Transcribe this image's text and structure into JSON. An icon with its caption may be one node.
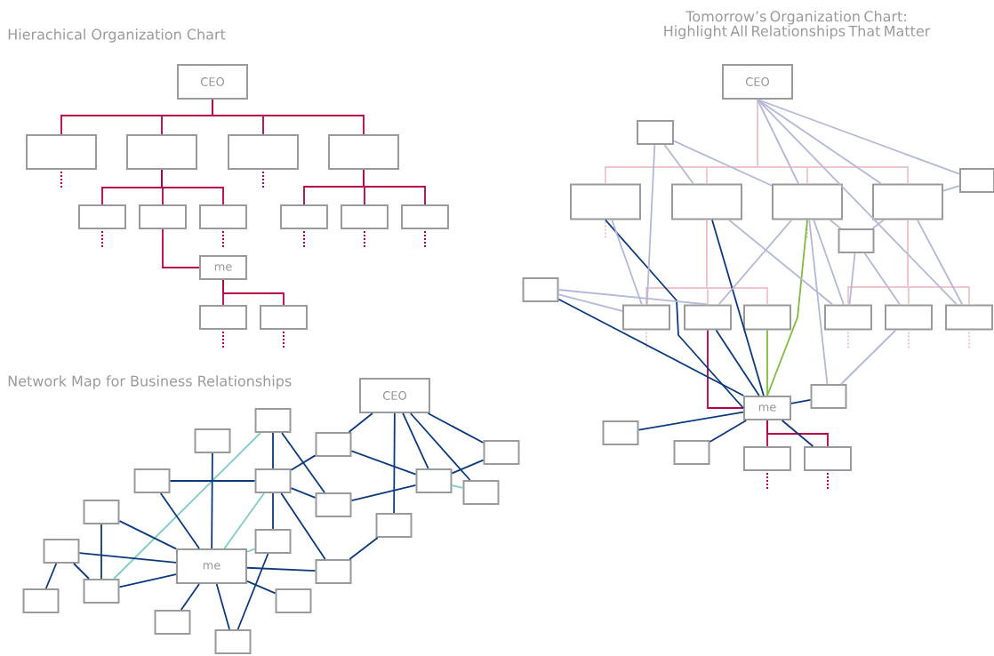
{
  "diagram": {
    "nodes": [
      {
        "text": [
          "CEO"
        ]
      },
      {
        "text": [],
        "shape": "box"
      },
      {
        "text": [],
        "shape": "box"
      },
      {
        "text": [],
        "shape": "box"
      },
      {
        "text": [],
        "shape": "box"
      },
      {
        "text": [],
        "shape": "box"
      },
      {
        "text": [],
        "shape": "box"
      },
      {
        "text": [],
        "shape": "box"
      },
      {
        "text": [],
        "shape": "box"
      },
      {
        "text": [],
        "shape": "box"
      },
      {
        "text": [],
        "shape": "box"
      },
      {
        "text": [
          "me"
        ]
      },
      {
        "text": [],
        "shape": "box"
      },
      {
        "text": [],
        "shape": "box"
      },
      {
        "text": [
          "CEO"
        ]
      },
      {
        "text": [],
        "shape": "box"
      },
      {
        "text": [],
        "shape": "box"
      },
      {
        "text": [],
        "shape": "box"
      },
      {
        "text": [],
        "shape": "box"
      },
      {
        "text": [],
        "shape": "box"
      },
      {
        "text": [],
        "shape": "box"
      },
      {
        "text": [],
        "shape": "box"
      },
      {
        "text": [],
        "shape": "box"
      },
      {
        "text": [],
        "shape": "box"
      },
      {
        "text": [],
        "shape": "box"
      },
      {
        "text": [],
        "shape": "box"
      },
      {
        "text": [],
        "shape": "box"
      },
      {
        "text": [],
        "shape": "box"
      },
      {
        "text": [],
        "shape": "box"
      },
      {
        "text": [],
        "shape": "box"
      },
      {
        "text": [
          "me"
        ]
      },
      {
        "text": [],
        "shape": "box"
      },
      {
        "text": [],
        "shape": "box"
      },
      {
        "text": [],
        "shape": "box"
      },
      {
        "text": [],
        "shape": "box"
      },
      {
        "text": [
          "CEO"
        ]
      },
      {
        "text": [],
        "shape": "box"
      },
      {
        "text": [],
        "shape": "box"
      },
      {
        "text": [],
        "shape": "box"
      },
      {
        "text": [],
        "shape": "box"
      },
      {
        "text": [],
        "shape": "box"
      },
      {
        "text": [],
        "shape": "box"
      },
      {
        "text": [],
        "shape": "box"
      },
      {
        "text": [],
        "shape": "box"
      },
      {
        "text": [],
        "shape": "box"
      },
      {
        "text": [],
        "shape": "box"
      },
      {
        "text": [],
        "shape": "box"
      },
      {
        "text": [],
        "shape": "box"
      },
      {
        "text": [],
        "shape": "box"
      },
      {
        "text": [
          "me"
        ]
      },
      {
        "text": [],
        "shape": "box"
      },
      {
        "text": [],
        "shape": "box"
      },
      {
        "text": [],
        "shape": "box"
      },
      {
        "text": [],
        "shape": "box"
      },
      {
        "text": [],
        "shape": "box"
      },
      {
        "text": [],
        "shape": "box"
      }
    ],
    "edges": [
      {
        "from": 0,
        "to": 1,
        "arrow": "none",
        "color": "#b5004f"
      },
      {
        "from": 0,
        "to": 2,
        "arrow": "none",
        "color": "#b5004f"
      },
      {
        "from": 0,
        "to": 3,
        "arrow": "none",
        "color": "#b5004f"
      },
      {
        "from": 0,
        "to": 4,
        "arrow": "none",
        "color": "#b5004f"
      },
      {
        "from": 2,
        "to": 5,
        "arrow": "none",
        "color": "#b5004f"
      },
      {
        "from": 2,
        "to": 6,
        "arrow": "none",
        "color": "#b5004f"
      },
      {
        "from": 2,
        "to": 7,
        "arrow": "none",
        "color": "#b5004f"
      },
      {
        "from": 4,
        "to": 8,
        "arrow": "none",
        "color": "#b5004f"
      },
      {
        "from": 4,
        "to": 9,
        "arrow": "none",
        "color": "#b5004f"
      },
      {
        "from": 4,
        "to": 10,
        "arrow": "none",
        "color": "#b5004f"
      },
      {
        "from": 6,
        "to": 11,
        "arrow": "none",
        "color": "#b5004f"
      },
      {
        "from": 11,
        "to": 12,
        "arrow": "none",
        "color": "#b5004f"
      },
      {
        "from": 11,
        "to": 13,
        "arrow": "none",
        "color": "#b5004f"
      },
      {
        "from": 14,
        "to": 17,
        "arrow": "none",
        "color": "#f0c4cb"
      },
      {
        "from": 14,
        "to": 18,
        "arrow": "none",
        "color": "#f0c4cb"
      },
      {
        "from": 14,
        "to": 19,
        "arrow": "none",
        "color": "#f0c4cb"
      },
      {
        "from": 14,
        "to": 20,
        "arrow": "none",
        "color": "#f0c4cb"
      },
      {
        "from": 18,
        "to": 23,
        "arrow": "none",
        "color": "#f0c4cb"
      },
      {
        "from": 18,
        "to": 24,
        "arrow": "none",
        "color": "#f0c4cb"
      },
      {
        "from": 18,
        "to": 25,
        "arrow": "none",
        "color": "#f0c4cb"
      },
      {
        "from": 20,
        "to": 26,
        "arrow": "none",
        "color": "#f0c4cb"
      },
      {
        "from": 20,
        "to": 27,
        "arrow": "none",
        "color": "#f0c4cb"
      },
      {
        "from": 20,
        "to": 28,
        "arrow": "none",
        "color": "#f0c4cb"
      },
      {
        "from": 24,
        "to": 30,
        "arrow": "none",
        "color": "#b5004f"
      },
      {
        "from": 30,
        "to": 33,
        "arrow": "none",
        "color": "#b5004f"
      },
      {
        "from": 30,
        "to": 34,
        "arrow": "none",
        "color": "#b5004f"
      },
      {
        "from": 19,
        "to": 30,
        "arrow": "none",
        "color": "#7dbd3a"
      },
      {
        "from": 25,
        "to": 30,
        "arrow": "none",
        "color": "#7dbd3a"
      },
      {
        "from": 17,
        "to": 30,
        "arrow": "none"
      },
      {
        "from": 18,
        "to": 30,
        "arrow": "none"
      },
      {
        "from": 24,
        "to": 30,
        "arrow": "none"
      },
      {
        "from": 22,
        "to": 30,
        "arrow": "none"
      },
      {
        "from": 30,
        "to": 29,
        "arrow": "none"
      },
      {
        "from": 30,
        "to": 34,
        "arrow": "none"
      },
      {
        "from": 30,
        "to": 31,
        "arrow": "none"
      },
      {
        "from": 30,
        "to": 32,
        "arrow": "none"
      },
      {
        "from": 14,
        "to": 19,
        "arrow": "none",
        "color": "#b3b8d8"
      },
      {
        "from": 14,
        "to": 20,
        "arrow": "none",
        "color": "#b3b8d8"
      },
      {
        "from": 14,
        "to": 28,
        "arrow": "none",
        "color": "#b3b8d8"
      },
      {
        "from": 14,
        "to": 16,
        "arrow": "none",
        "color": "#b3b8d8"
      },
      {
        "from": 15,
        "to": 19,
        "arrow": "none",
        "color": "#b3b8d8"
      },
      {
        "from": 15,
        "to": 18,
        "arrow": "none",
        "color": "#b3b8d8"
      },
      {
        "from": 15,
        "to": 23,
        "arrow": "none",
        "color": "#b3b8d8"
      },
      {
        "from": 17,
        "to": 23,
        "arrow": "none",
        "color": "#b3b8d8"
      },
      {
        "from": 18,
        "to": 26,
        "arrow": "none",
        "color": "#b3b8d8"
      },
      {
        "from": 19,
        "to": 24,
        "arrow": "none",
        "color": "#b3b8d8"
      },
      {
        "from": 19,
        "to": 29,
        "arrow": "none",
        "color": "#b3b8d8"
      },
      {
        "from": 19,
        "to": 26,
        "arrow": "none",
        "color": "#b3b8d8"
      },
      {
        "from": 19,
        "to": 21,
        "arrow": "none",
        "color": "#b3b8d8"
      },
      {
        "from": 21,
        "to": 27,
        "arrow": "none",
        "color": "#b3b8d8"
      },
      {
        "from": 21,
        "to": 20,
        "arrow": "none",
        "color": "#b3b8d8"
      },
      {
        "from": 21,
        "to": 26,
        "arrow": "none",
        "color": "#b3b8d8"
      },
      {
        "from": 16,
        "to": 20,
        "arrow": "none",
        "color": "#b3b8d8"
      },
      {
        "from": 20,
        "to": 28,
        "arrow": "none",
        "color": "#b3b8d8"
      },
      {
        "from": 27,
        "to": 29,
        "arrow": "none",
        "color": "#b3b8d8"
      },
      {
        "from": 22,
        "to": 24,
        "arrow": "none",
        "color": "#b3b8d8"
      },
      {
        "from": 22,
        "to": 23,
        "arrow": "none",
        "color": "#b3b8d8"
      },
      {
        "from": 35,
        "to": 38,
        "arrow": "none"
      },
      {
        "from": 35,
        "to": 42,
        "arrow": "none"
      },
      {
        "from": 35,
        "to": 43,
        "arrow": "none"
      },
      {
        "from": 35,
        "to": 39,
        "arrow": "none"
      },
      {
        "from": 35,
        "to": 46,
        "arrow": "none"
      },
      {
        "from": 38,
        "to": 42,
        "arrow": "none"
      },
      {
        "from": 38,
        "to": 41,
        "arrow": "none"
      },
      {
        "from": 39,
        "to": 42,
        "arrow": "none"
      },
      {
        "from": 42,
        "to": 43,
        "arrow": "none",
        "color": "#7dcdc6"
      },
      {
        "from": 36,
        "to": 41,
        "arrow": "none"
      },
      {
        "from": 36,
        "to": 44,
        "arrow": "none"
      },
      {
        "from": 36,
        "to": 51,
        "arrow": "none",
        "color": "#7dcdc6"
      },
      {
        "from": 44,
        "to": 42,
        "arrow": "none"
      },
      {
        "from": 41,
        "to": 44,
        "arrow": "none"
      },
      {
        "from": 40,
        "to": 41,
        "arrow": "none"
      },
      {
        "from": 37,
        "to": 49,
        "arrow": "none"
      },
      {
        "from": 40,
        "to": 49,
        "arrow": "none"
      },
      {
        "from": 41,
        "to": 49,
        "arrow": "none",
        "color": "#7dcdc6"
      },
      {
        "from": 41,
        "to": 47,
        "arrow": "none"
      },
      {
        "from": 41,
        "to": 50,
        "arrow": "none"
      },
      {
        "from": 50,
        "to": 46,
        "arrow": "none"
      },
      {
        "from": 47,
        "to": 49,
        "arrow": "none",
        "color": "#7dcdc6"
      },
      {
        "from": 47,
        "to": 55,
        "arrow": "none"
      },
      {
        "from": 49,
        "to": 50,
        "arrow": "none"
      },
      {
        "from": 49,
        "to": 53,
        "arrow": "none"
      },
      {
        "from": 49,
        "to": 55,
        "arrow": "none"
      },
      {
        "from": 49,
        "to": 54,
        "arrow": "none"
      },
      {
        "from": 51,
        "to": 49,
        "arrow": "none"
      },
      {
        "from": 45,
        "to": 49,
        "arrow": "none"
      },
      {
        "from": 48,
        "to": 49,
        "arrow": "none"
      },
      {
        "from": 45,
        "to": 51,
        "arrow": "none"
      },
      {
        "from": 48,
        "to": 51,
        "arrow": "none"
      },
      {
        "from": 48,
        "to": 52,
        "arrow": "none"
      }
    ],
    "labels": [
      "Hierachical Organization Chart",
      "Tomorrow’s Organization Chart: Highlight All Relationships That Matter",
      "Network Map for Business Relationships"
    ]
  }
}
